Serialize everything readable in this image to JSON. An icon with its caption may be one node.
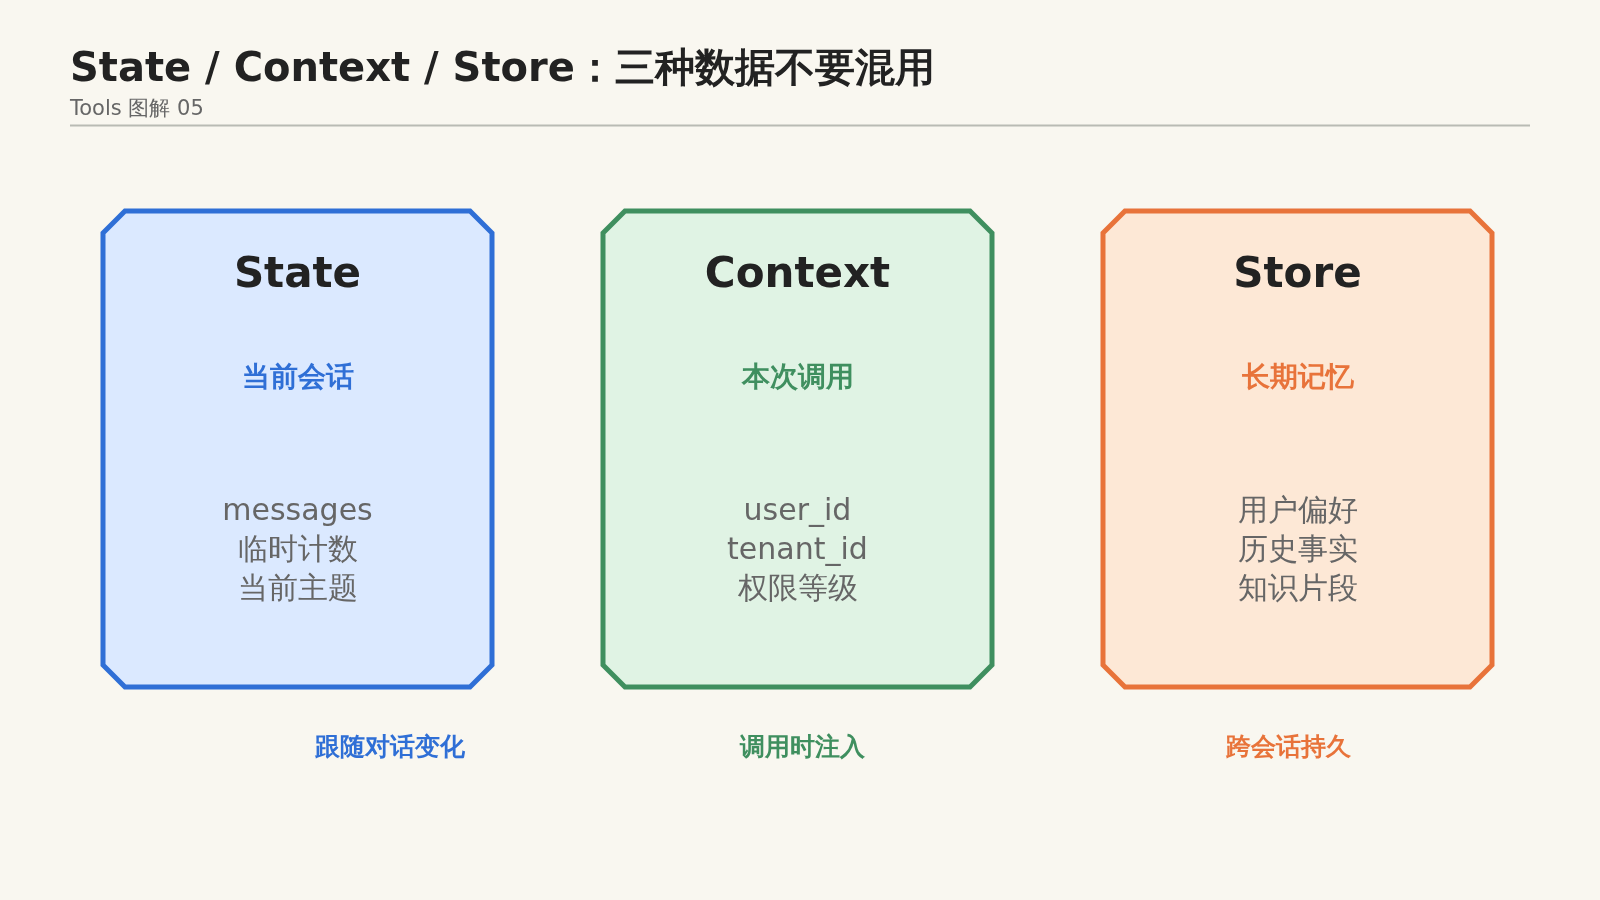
{
  "diagram": {
    "title": "State / Context / Store：三种数据不要混用",
    "nodes": [
      {
        "text": [
          "State",
          "当前会话",
          "messages",
          "临时计数",
          "当前主题"
        ],
        "beside": [
          "跟随对话变化"
        ]
      },
      {
        "text": [
          "Context",
          "本次调用",
          "user_id",
          "tenant_id",
          "权限等级"
        ],
        "beside": [
          "调用时注入"
        ]
      },
      {
        "text": [
          "Store",
          "长期记忆",
          "用户偏好",
          "历史事实",
          "知识片段"
        ],
        "beside": [
          "跨会话持久"
        ]
      }
    ],
    "labels": [
      "Tools 图解 05"
    ]
  }
}
